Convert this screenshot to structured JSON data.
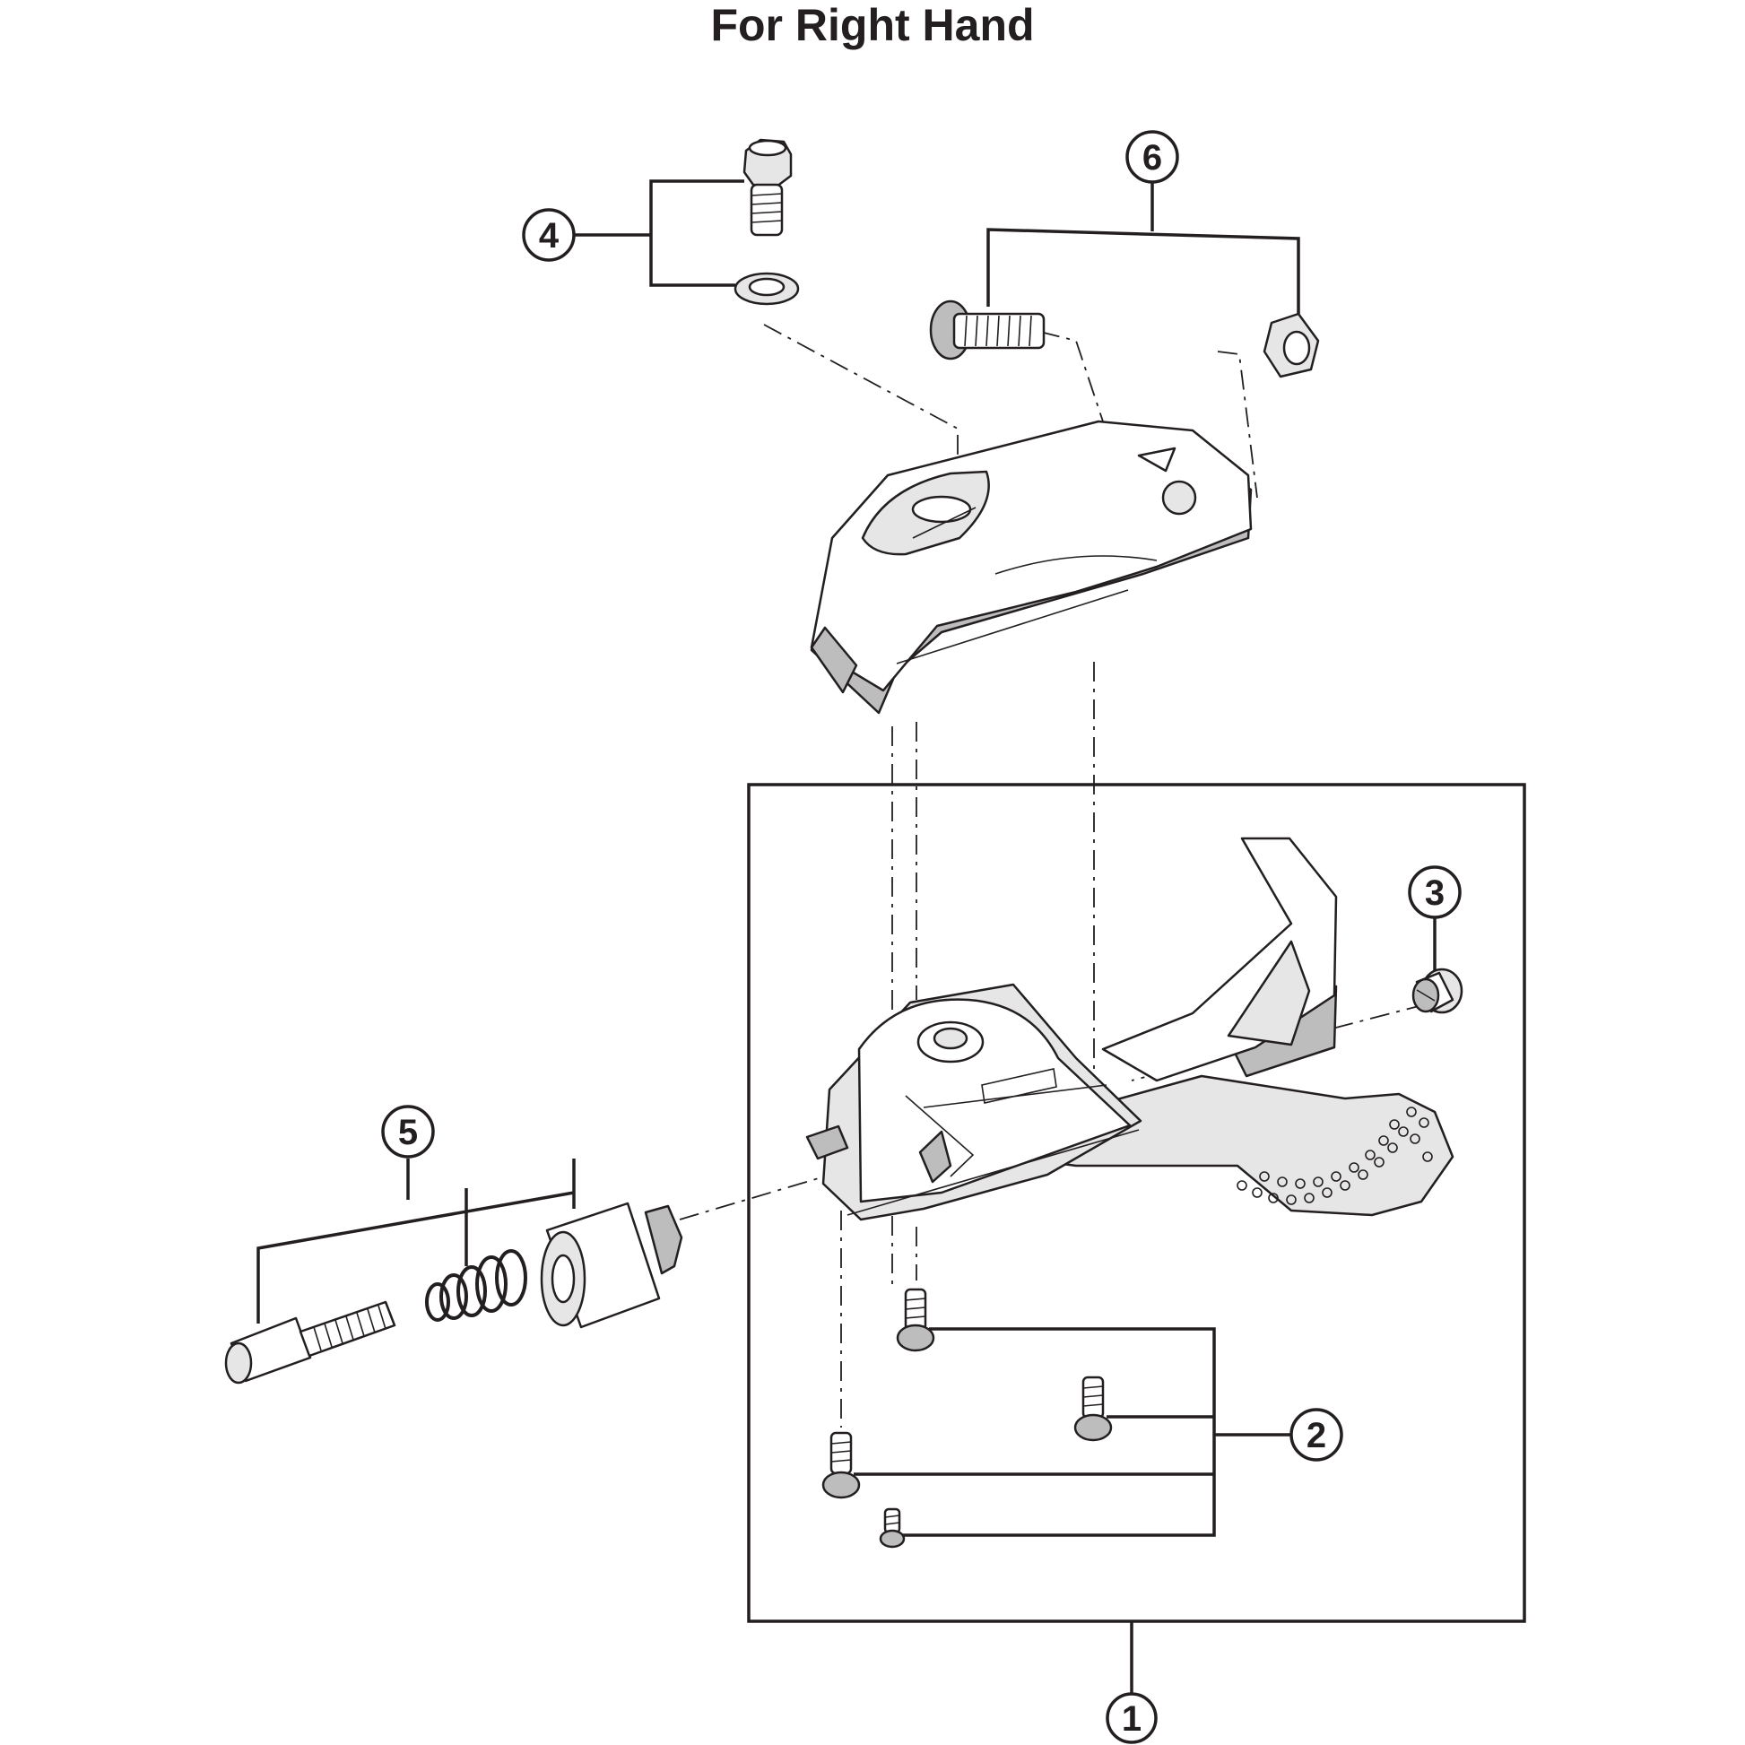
{
  "title": "For Right Hand",
  "callouts": [
    {
      "id": "1",
      "label": "1"
    },
    {
      "id": "2",
      "label": "2"
    },
    {
      "id": "3",
      "label": "3"
    },
    {
      "id": "4",
      "label": "4"
    },
    {
      "id": "5",
      "label": "5"
    },
    {
      "id": "6",
      "label": "6"
    }
  ],
  "colors": {
    "ink": "#231f20",
    "background": "#ffffff",
    "shade": "#bdbdbd"
  }
}
